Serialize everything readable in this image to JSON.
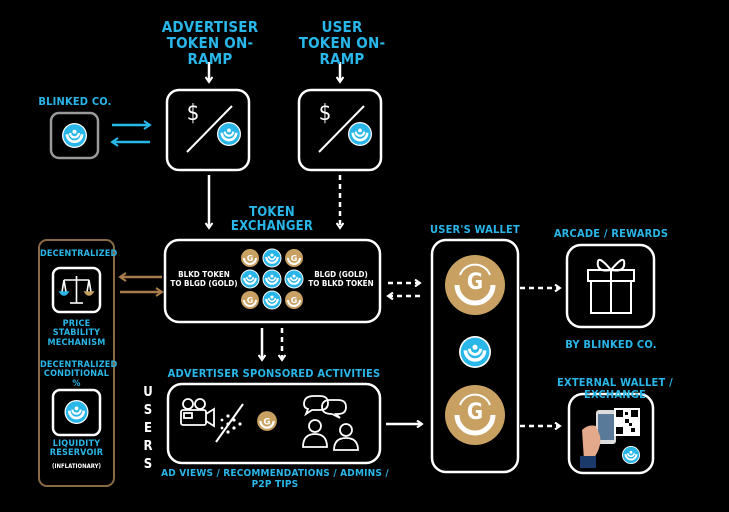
{
  "advertiser_onramp": {
    "line1": "ADVERTISER",
    "line2": "TOKEN ON-RAMP"
  },
  "user_onramp": {
    "line1": "USER",
    "line2": "TOKEN ON-RAMP"
  },
  "blinked_co": "BLINKED CO.",
  "dollar": "$",
  "exchanger": {
    "title1": "TOKEN",
    "title2": "EXCHANGER",
    "left1": "BLKD TOKEN",
    "left2": "TO BLGD (GOLD)",
    "right1": "BLGD (GOLD)",
    "right2": "TO BLKD TOKEN"
  },
  "wallet_title": "USER'S WALLET",
  "gold_letter": "G",
  "arcade": {
    "title": "ARCADE / REWARDS",
    "sub": "BY BLINKED CO."
  },
  "external": {
    "title": "EXTERNAL WALLET / EXCHANGE"
  },
  "left_panel": {
    "decentralized": "DECENTRALIZED",
    "psm1": "PRICE STABILITY",
    "psm2": "MECHANISM",
    "dc1": "DECENTRALIZED",
    "dc2": "CONDITIONAL %",
    "lr1": "LIQUIDITY",
    "lr2": "RESERVOIR",
    "lr3": "(INFLATIONARY)"
  },
  "activities": {
    "title": "ADVERTISER SPONSORED ACTIVITIES",
    "caption": "AD VIEWS / RECOMMENDATIONS / ADMINS / P2P TIPS",
    "users_vertical": [
      "U",
      "S",
      "E",
      "R",
      "S"
    ]
  },
  "colors": {
    "blue": "#29b6e8",
    "gold": "#c8a062",
    "brown": "#8a6a45",
    "white": "#ffffff"
  }
}
